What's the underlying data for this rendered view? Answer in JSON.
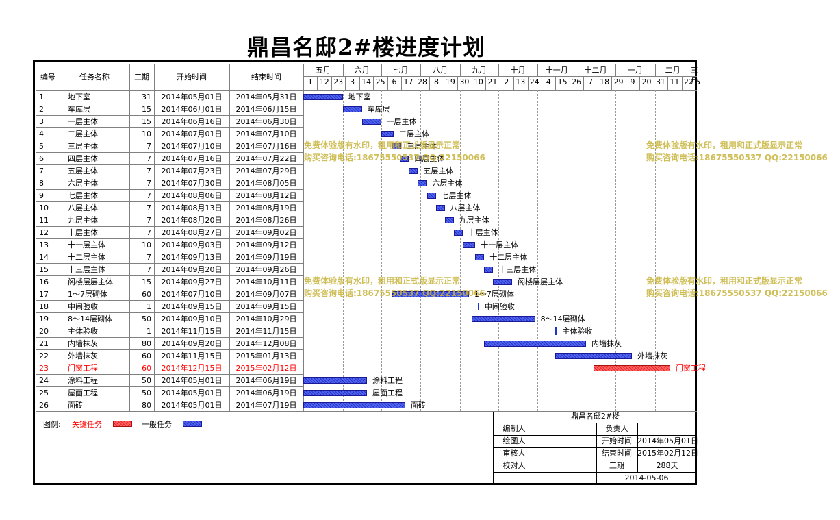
{
  "title": "鼎昌名邸2#楼进度计划",
  "headers": {
    "id": "编号",
    "name": "任务名称",
    "duration": "工期",
    "start": "开始时间",
    "end": "结束时间"
  },
  "timeline": {
    "origin_date": "2014-05-01",
    "end_date": "2015-03-06",
    "months": [
      {
        "label": "五月",
        "start": "2014-05-01",
        "end": "2014-06-01"
      },
      {
        "label": "六月",
        "start": "2014-06-01",
        "end": "2014-07-01"
      },
      {
        "label": "七月",
        "start": "2014-07-01",
        "end": "2014-08-01"
      },
      {
        "label": "八月",
        "start": "2014-08-01",
        "end": "2014-09-01"
      },
      {
        "label": "九月",
        "start": "2014-09-01",
        "end": "2014-10-01"
      },
      {
        "label": "十月",
        "start": "2014-10-01",
        "end": "2014-11-01"
      },
      {
        "label": "十一月",
        "start": "2014-11-01",
        "end": "2014-12-01"
      },
      {
        "label": "十二月",
        "start": "2014-12-01",
        "end": "2015-01-01"
      },
      {
        "label": "一月",
        "start": "2015-01-01",
        "end": "2015-02-01"
      },
      {
        "label": "二月",
        "start": "2015-02-01",
        "end": "2015-03-01"
      },
      {
        "label": "三月",
        "start": "2015-03-01",
        "end": "2015-03-06"
      }
    ],
    "ticks": [
      {
        "label": "1",
        "date": "2014-05-01"
      },
      {
        "label": "12",
        "date": "2014-05-12"
      },
      {
        "label": "23",
        "date": "2014-05-23"
      },
      {
        "label": "3",
        "date": "2014-06-03"
      },
      {
        "label": "14",
        "date": "2014-06-14"
      },
      {
        "label": "25",
        "date": "2014-06-25"
      },
      {
        "label": "6",
        "date": "2014-07-06"
      },
      {
        "label": "17",
        "date": "2014-07-17"
      },
      {
        "label": "28",
        "date": "2014-07-28"
      },
      {
        "label": "8",
        "date": "2014-08-08"
      },
      {
        "label": "19",
        "date": "2014-08-19"
      },
      {
        "label": "30",
        "date": "2014-08-30"
      },
      {
        "label": "10",
        "date": "2014-09-10"
      },
      {
        "label": "21",
        "date": "2014-09-21"
      },
      {
        "label": "2",
        "date": "2014-10-02"
      },
      {
        "label": "13",
        "date": "2014-10-13"
      },
      {
        "label": "24",
        "date": "2014-10-24"
      },
      {
        "label": "4",
        "date": "2014-11-04"
      },
      {
        "label": "15",
        "date": "2014-11-15"
      },
      {
        "label": "26",
        "date": "2014-11-26"
      },
      {
        "label": "7",
        "date": "2014-12-07"
      },
      {
        "label": "18",
        "date": "2014-12-18"
      },
      {
        "label": "29",
        "date": "2014-12-29"
      },
      {
        "label": "9",
        "date": "2015-01-09"
      },
      {
        "label": "20",
        "date": "2015-01-20"
      },
      {
        "label": "31",
        "date": "2015-01-31"
      },
      {
        "label": "11",
        "date": "2015-02-11"
      },
      {
        "label": "22",
        "date": "2015-02-22"
      },
      {
        "label": "5",
        "date": "2015-03-05"
      }
    ]
  },
  "tasks": [
    {
      "id": "1",
      "name": "地下室",
      "duration": "31",
      "start": "2014年05月01日",
      "end": "2014年05月31日",
      "s": "2014-05-01",
      "e": "2014-05-31",
      "critical": false
    },
    {
      "id": "2",
      "name": "车库层",
      "duration": "15",
      "start": "2014年06月01日",
      "end": "2014年06月15日",
      "s": "2014-06-01",
      "e": "2014-06-15",
      "critical": false
    },
    {
      "id": "3",
      "name": "一层主体",
      "duration": "15",
      "start": "2014年06月16日",
      "end": "2014年06月30日",
      "s": "2014-06-16",
      "e": "2014-06-30",
      "critical": false
    },
    {
      "id": "4",
      "name": "二层主体",
      "duration": "10",
      "start": "2014年07月01日",
      "end": "2014年07月10日",
      "s": "2014-07-01",
      "e": "2014-07-10",
      "critical": false
    },
    {
      "id": "5",
      "name": "三层主体",
      "duration": "7",
      "start": "2014年07月10日",
      "end": "2014年07月16日",
      "s": "2014-07-10",
      "e": "2014-07-16",
      "critical": false
    },
    {
      "id": "6",
      "name": "四层主体",
      "duration": "7",
      "start": "2014年07月16日",
      "end": "2014年07月22日",
      "s": "2014-07-16",
      "e": "2014-07-22",
      "critical": false
    },
    {
      "id": "7",
      "name": "五层主体",
      "duration": "7",
      "start": "2014年07月23日",
      "end": "2014年07月29日",
      "s": "2014-07-23",
      "e": "2014-07-29",
      "critical": false
    },
    {
      "id": "8",
      "name": "六层主体",
      "duration": "7",
      "start": "2014年07月30日",
      "end": "2014年08月05日",
      "s": "2014-07-30",
      "e": "2014-08-05",
      "critical": false
    },
    {
      "id": "9",
      "name": "七层主体",
      "duration": "7",
      "start": "2014年08月06日",
      "end": "2014年08月12日",
      "s": "2014-08-06",
      "e": "2014-08-12",
      "critical": false
    },
    {
      "id": "10",
      "name": "八层主体",
      "duration": "7",
      "start": "2014年08月13日",
      "end": "2014年08月19日",
      "s": "2014-08-13",
      "e": "2014-08-19",
      "critical": false
    },
    {
      "id": "11",
      "name": "九层主体",
      "duration": "7",
      "start": "2014年08月20日",
      "end": "2014年08月26日",
      "s": "2014-08-20",
      "e": "2014-08-26",
      "critical": false
    },
    {
      "id": "12",
      "name": "十层主体",
      "duration": "7",
      "start": "2014年08月27日",
      "end": "2014年09月02日",
      "s": "2014-08-27",
      "e": "2014-09-02",
      "critical": false
    },
    {
      "id": "13",
      "name": "十一层主体",
      "duration": "10",
      "start": "2014年09月03日",
      "end": "2014年09月12日",
      "s": "2014-09-03",
      "e": "2014-09-12",
      "critical": false
    },
    {
      "id": "14",
      "name": "十二层主体",
      "duration": "7",
      "start": "2014年09月13日",
      "end": "2014年09月19日",
      "s": "2014-09-13",
      "e": "2014-09-19",
      "critical": false
    },
    {
      "id": "15",
      "name": "十三层主体",
      "duration": "7",
      "start": "2014年09月20日",
      "end": "2014年09月26日",
      "s": "2014-09-20",
      "e": "2014-09-26",
      "critical": false
    },
    {
      "id": "16",
      "name": "阁楼层层主体",
      "duration": "15",
      "start": "2014年09月27日",
      "end": "2014年10月11日",
      "s": "2014-09-27",
      "e": "2014-10-11",
      "critical": false
    },
    {
      "id": "17",
      "name": "1～7层砌体",
      "duration": "60",
      "start": "2014年07月10日",
      "end": "2014年09月07日",
      "s": "2014-07-10",
      "e": "2014-09-07",
      "critical": false
    },
    {
      "id": "18",
      "name": "中间验收",
      "duration": "1",
      "start": "2014年09月15日",
      "end": "2014年09月15日",
      "s": "2014-09-15",
      "e": "2014-09-15",
      "critical": false
    },
    {
      "id": "19",
      "name": "8～14层砌体",
      "duration": "50",
      "start": "2014年09月10日",
      "end": "2014年10月29日",
      "s": "2014-09-10",
      "e": "2014-10-29",
      "critical": false
    },
    {
      "id": "20",
      "name": "主体验收",
      "duration": "1",
      "start": "2014年11月15日",
      "end": "2014年11月15日",
      "s": "2014-11-15",
      "e": "2014-11-15",
      "critical": false
    },
    {
      "id": "21",
      "name": "内墙抹灰",
      "duration": "80",
      "start": "2014年09月20日",
      "end": "2014年12月08日",
      "s": "2014-09-20",
      "e": "2014-12-08",
      "critical": false
    },
    {
      "id": "22",
      "name": "外墙抹灰",
      "duration": "60",
      "start": "2014年11月15日",
      "end": "2015年01月13日",
      "s": "2014-11-15",
      "e": "2015-01-13",
      "critical": false
    },
    {
      "id": "23",
      "name": "门窗工程",
      "duration": "60",
      "start": "2014年12月15日",
      "end": "2015年02月12日",
      "s": "2014-12-15",
      "e": "2015-02-12",
      "critical": true
    },
    {
      "id": "24",
      "name": "涂料工程",
      "duration": "50",
      "start": "2014年05月01日",
      "end": "2014年06月19日",
      "s": "2014-05-01",
      "e": "2014-06-19",
      "critical": false
    },
    {
      "id": "25",
      "name": "屋面工程",
      "duration": "50",
      "start": "2014年05月01日",
      "end": "2014年06月19日",
      "s": "2014-05-01",
      "e": "2014-06-19",
      "critical": false
    },
    {
      "id": "26",
      "name": "面砖",
      "duration": "80",
      "start": "2014年05月01日",
      "end": "2014年07月19日",
      "s": "2014-05-01",
      "e": "2014-07-19",
      "critical": false
    }
  ],
  "legend": {
    "label": "图例:",
    "critical": "关键任务",
    "normal": "一般任务"
  },
  "colors": {
    "normal_bar": "#3344cc",
    "critical_bar": "#ee3333",
    "critical_text": "#ff0000",
    "watermark": "#c8b43c"
  },
  "watermark": {
    "line1": "免费体验版有水印，租用和正式版显示正常",
    "line2": "购买咨询电话:18675550537 QQ:22150066"
  },
  "info_block": {
    "project": "鼎昌名邸2#楼",
    "compiler_label": "编制人",
    "owner_label": "负责人",
    "drawer_label": "绘图人",
    "start_label": "开始时间",
    "start_value": "2014年05月01日",
    "reviewer_label": "审核人",
    "end_label": "结束时间",
    "end_value": "2015年02月12日",
    "checker_label": "校对人",
    "duration_label": "工期",
    "duration_value": "288天",
    "date": "2014-05-06"
  }
}
